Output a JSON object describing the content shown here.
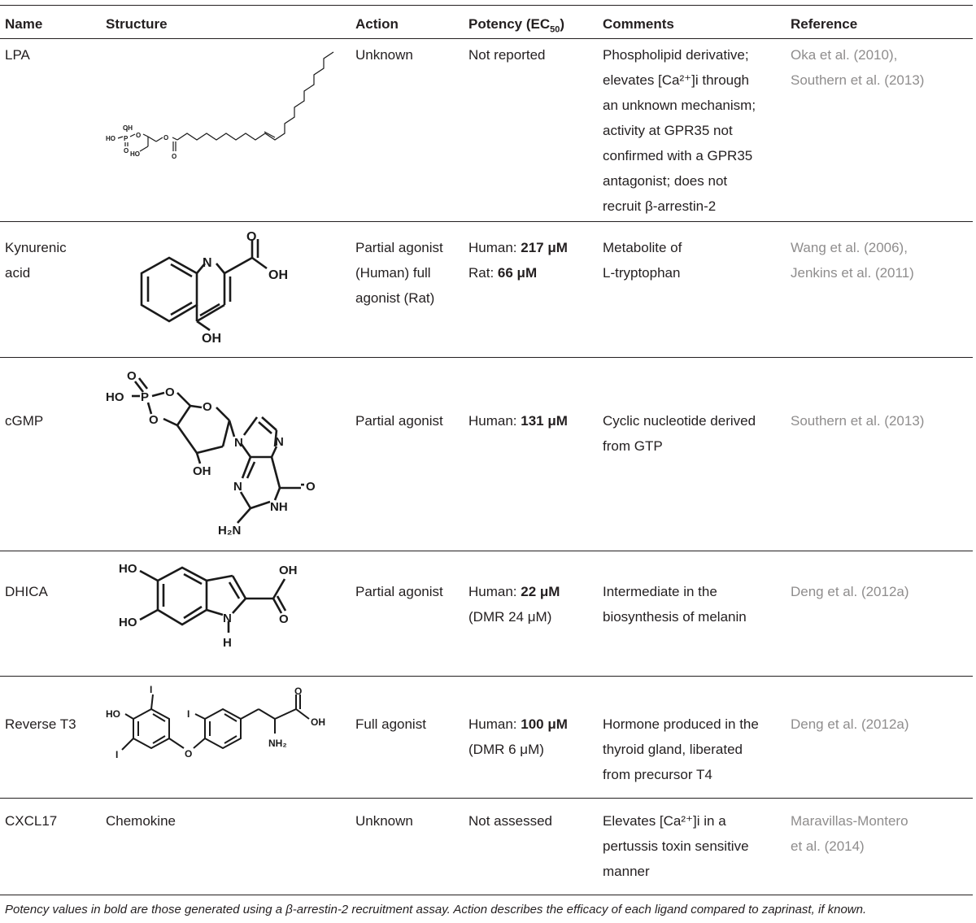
{
  "table": {
    "headers": {
      "name": "Name",
      "structure": "Structure",
      "action": "Action",
      "potency_prefix": "Potency (EC",
      "potency_sub": "50",
      "potency_suffix": ")",
      "comments": "Comments",
      "reference": "Reference"
    },
    "rows": [
      {
        "name": [
          "LPA"
        ],
        "structure_text": "",
        "action": [
          "Unknown"
        ],
        "potency": [
          {
            "text": "Not reported"
          }
        ],
        "comments": [
          "Phospholipid derivative;",
          "elevates [Ca²⁺]i through",
          "an unknown mechanism;",
          "activity at GPR35 not",
          "confirmed with a GPR35",
          "antagonist; does not",
          "recruit β-arrestin-2"
        ],
        "reference": [
          "Oka et al. (2010),",
          "Southern et al. (2013)"
        ]
      },
      {
        "name": [
          "Kynurenic",
          "acid"
        ],
        "structure_text": "",
        "action": [
          "Partial agonist",
          "(Human) full",
          "agonist (Rat)"
        ],
        "potency": [
          {
            "label": "Human: ",
            "value": "217 μM"
          },
          {
            "label": "Rat: ",
            "value": "66 μM"
          }
        ],
        "comments": [
          "Metabolite of",
          "L-tryptophan"
        ],
        "reference": [
          "Wang et al. (2006),",
          "Jenkins et al. (2011)"
        ]
      },
      {
        "name": [
          "cGMP"
        ],
        "structure_text": "",
        "action": [
          "Partial agonist"
        ],
        "potency": [
          {
            "label": "Human: ",
            "value": "131 μM"
          }
        ],
        "comments": [
          "Cyclic nucleotide derived",
          "from GTP"
        ],
        "reference": [
          "Southern et al. (2013)"
        ]
      },
      {
        "name": [
          "DHICA"
        ],
        "structure_text": "",
        "action": [
          "Partial agonist"
        ],
        "potency": [
          {
            "label": "Human: ",
            "value": "22 μM"
          },
          {
            "text": "(DMR 24 μM)"
          }
        ],
        "comments": [
          "Intermediate in the",
          "biosynthesis of melanin"
        ],
        "reference": [
          "Deng et al. (2012a)"
        ]
      },
      {
        "name": [
          "Reverse T3"
        ],
        "structure_text": "",
        "action": [
          "Full agonist"
        ],
        "potency": [
          {
            "label": "Human: ",
            "value": "100 μM"
          },
          {
            "text": "(DMR 6 μM)"
          }
        ],
        "comments": [
          "Hormone produced in the",
          "thyroid gland, liberated",
          "from precursor T4"
        ],
        "reference": [
          "Deng et al. (2012a)"
        ]
      },
      {
        "name": [
          "CXCL17"
        ],
        "structure_text": "Chemokine",
        "action": [
          "Unknown"
        ],
        "potency": [
          {
            "text": "Not assessed"
          }
        ],
        "comments": [
          "Elevates [Ca²⁺]i in a",
          "pertussis toxin sensitive",
          "manner"
        ],
        "reference": [
          "Maravillas-Montero",
          "et al. (2014)"
        ]
      }
    ]
  },
  "atoms": {
    "lpa": {
      "oh1": "OH",
      "p": "P",
      "ho1": "HO",
      "o1": "O",
      "o2": "O",
      "ho2": "HO",
      "o3": "O",
      "o4": "O"
    },
    "kyn": {
      "n": "N",
      "o": "O",
      "oh1": "OH",
      "oh2": "OH"
    },
    "cgmp": {
      "o1": "O",
      "ho": "HO",
      "p": "P",
      "o2": "O",
      "o3": "O",
      "o4": "O",
      "oh": "OH",
      "n1": "N",
      "n2": "N",
      "n3": "N",
      "o5": "O",
      "nh": "NH",
      "h2n": "H₂N"
    },
    "dhica": {
      "ho1": "HO",
      "ho2": "HO",
      "oh": "OH",
      "o": "O",
      "n": "N",
      "h": "H"
    },
    "rt3": {
      "i1": "I",
      "ho": "HO",
      "i2": "I",
      "i3": "I",
      "o1": "O",
      "o2": "O",
      "oh": "OH",
      "nh2": "NH₂"
    }
  },
  "footnote": "Potency values in bold are those generated using a β-arrestin-2 recruitment assay. Action describes the efficacy of each ligand compared to zaprinast, if known."
}
